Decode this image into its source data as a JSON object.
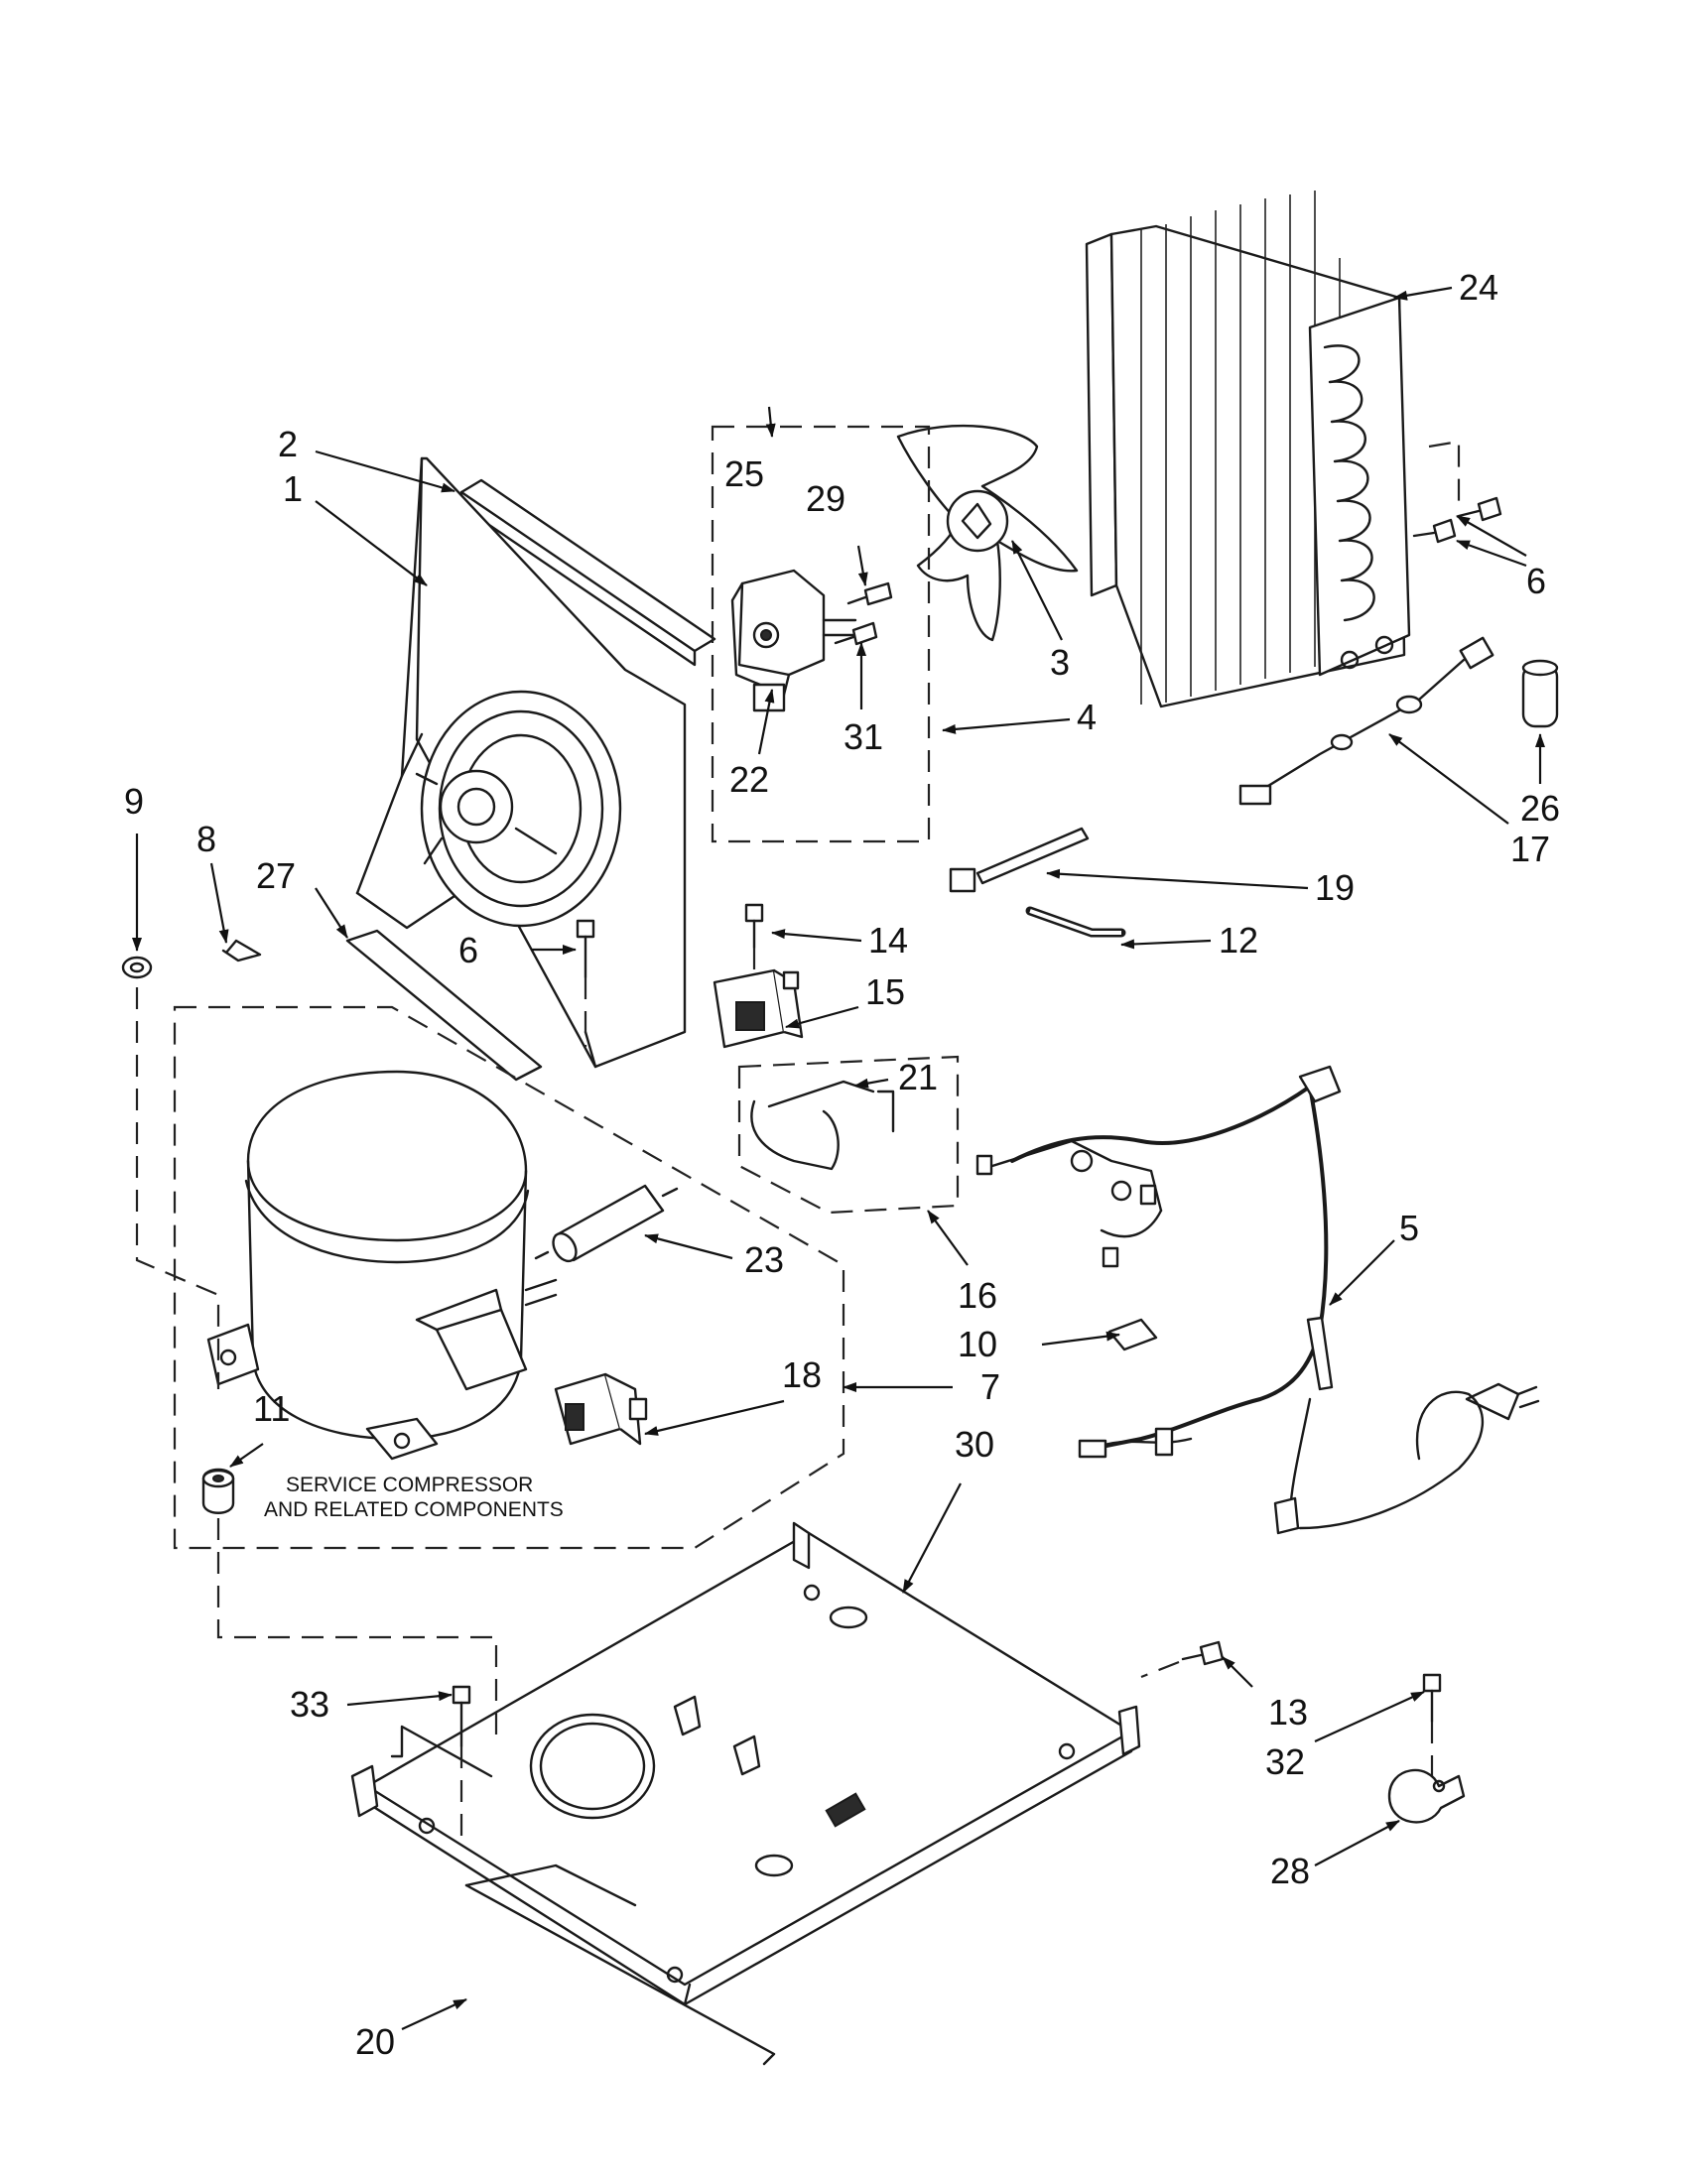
{
  "diagram": {
    "note_line1": "SERVICE COMPRESSOR",
    "note_line2": "AND RELATED COMPONENTS",
    "callouts": {
      "c1": "1",
      "c2": "2",
      "c3": "3",
      "c4": "4",
      "c5": "5",
      "c6a": "6",
      "c6b": "6",
      "c7": "7",
      "c8": "8",
      "c9": "9",
      "c10": "10",
      "c11": "11",
      "c12": "12",
      "c13": "13",
      "c14": "14",
      "c15": "15",
      "c16": "16",
      "c17": "17",
      "c18": "18",
      "c19": "19",
      "c20": "20",
      "c21": "21",
      "c22": "22",
      "c23": "23",
      "c24": "24",
      "c25": "25",
      "c26": "26",
      "c27": "27",
      "c28": "28",
      "c29": "29",
      "c30": "30",
      "c31": "31",
      "c32": "32",
      "c33": "33"
    }
  }
}
